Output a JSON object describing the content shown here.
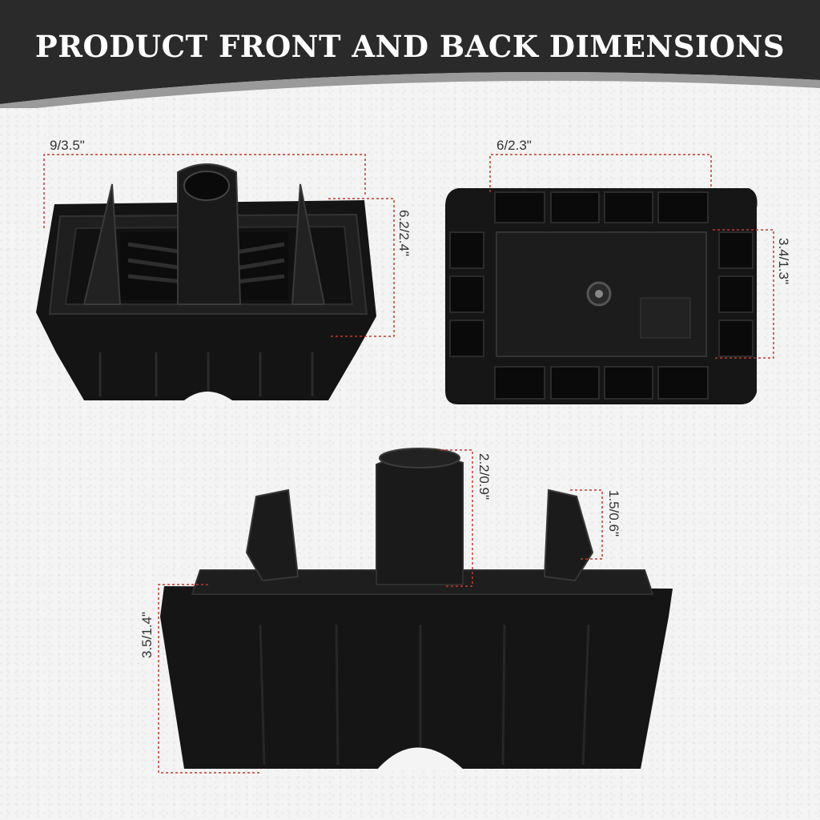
{
  "header": {
    "title": "PRODUCT FRONT AND BACK DIMENSIONS"
  },
  "dimensions": {
    "top_left_width": "9/3.5\"",
    "top_left_height": "6.2/2.4\"",
    "top_right_width": "6/2.3\"",
    "top_right_height": "3.4/1.3\"",
    "bottom_post_height": "2.2/0.9\"",
    "bottom_clip_height": "1.5/0.6\"",
    "bottom_body_height": "3.5/1.4\""
  },
  "colors": {
    "header": "#2b2b2b",
    "dimension_line": "#c0392b",
    "product": "#141414"
  }
}
